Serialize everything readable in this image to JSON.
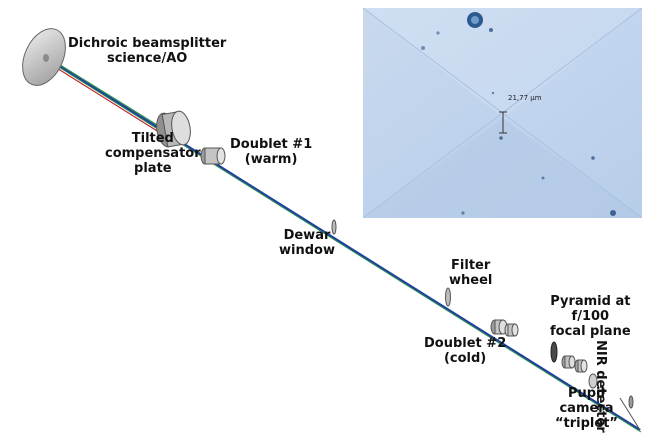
{
  "labels": {
    "dichroic": [
      "Dichroic beamsplitter",
      "science/AO"
    ],
    "compensator": [
      "Tilted",
      "compensator",
      "plate"
    ],
    "doublet1": [
      "Doublet #1",
      "(warm)"
    ],
    "dewar": [
      "Dewar",
      "window"
    ],
    "filter": [
      "Filter",
      "wheel"
    ],
    "doublet2": [
      "Doublet #2",
      "(cold)"
    ],
    "pyramid": [
      "Pyramid at",
      "f/100",
      "focal plane"
    ],
    "pupil": [
      "Pupil",
      "camera",
      "“triplet”"
    ],
    "detector": "NIR detector"
  },
  "micrograph": {
    "scale_label": "21,77 µm"
  },
  "colors": {
    "beam_blue": "#1f3fa0",
    "beam_green": "#2f8f4f",
    "beam_red": "#c0282a",
    "micro_bg": "#c6d8ee",
    "optic_gray": "#c9c9c9"
  }
}
